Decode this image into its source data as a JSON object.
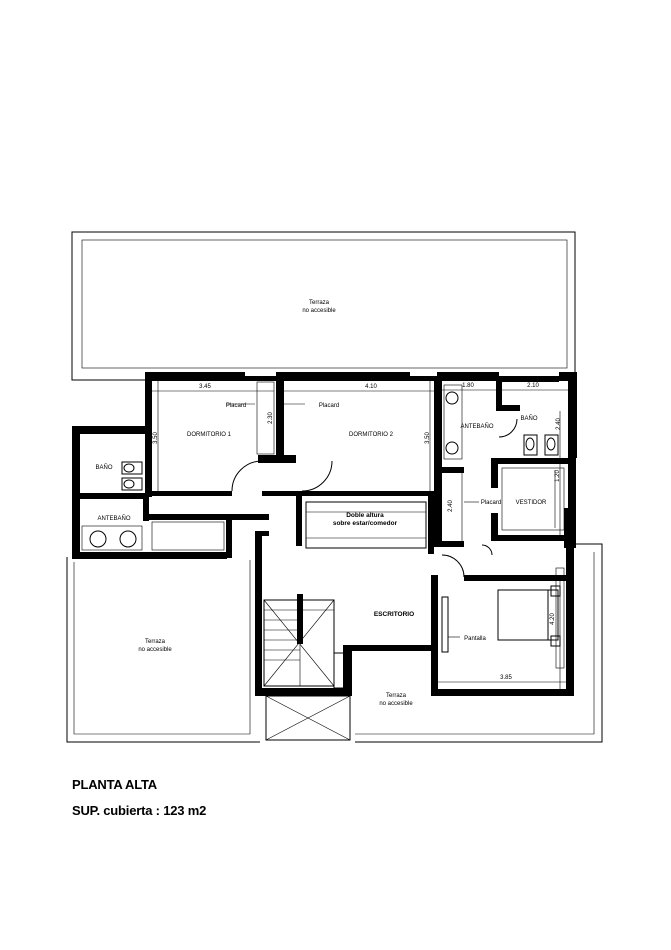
{
  "rooms": {
    "terraza_top": [
      "Terraza",
      "no accesible"
    ],
    "terraza_left": [
      "Terraza",
      "no accesible"
    ],
    "terraza_bottom": [
      "Terraza",
      "no accesible"
    ],
    "dormitorio1": "DORMITORIO 1",
    "dormitorio2": "DORMITORIO 2",
    "antebano_right": "ANTEBAÑO",
    "bano_right": "BAÑO",
    "bano_left": "BAÑO",
    "antebano_left": "ANTEBAÑO",
    "vestidor": "VESTIDOR",
    "escritorio": "ESCRITORIO",
    "doble_altura": [
      "Doble altura",
      "sobre estar/comedor"
    ]
  },
  "labels": {
    "placard_d1": "Placard",
    "placard_d2": "Placard",
    "placard_left": "Placard",
    "placard_vest": "Placard",
    "pantalla": "Pantalla"
  },
  "dimensions": {
    "d1_width": "3.45",
    "d2_width": "4.10",
    "antebano_width": "1.80",
    "bano_width": "2.10",
    "bano_height": "2.40",
    "d1_height": "3.50",
    "d1_closet": "2.30",
    "d2_height": "3.50",
    "vest_left": "2.40",
    "vest_height": "1.20",
    "master_height": "4.20",
    "master_width": "3.85"
  },
  "footer": {
    "title": "PLANTA ALTA",
    "area": "SUP. cubierta :  123 m2"
  }
}
